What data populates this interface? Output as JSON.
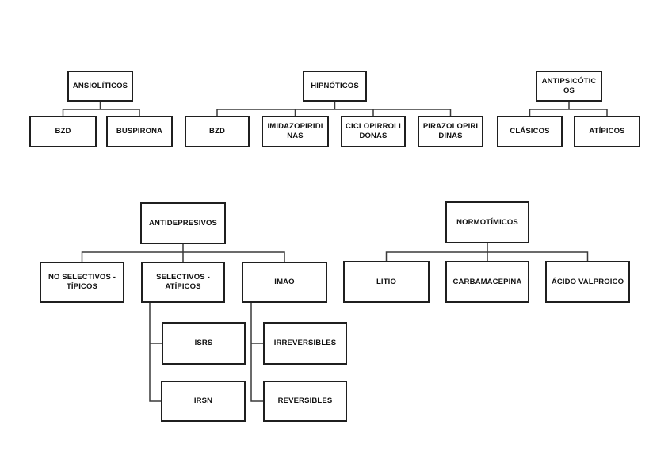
{
  "colors": {
    "background": "#ffffff",
    "box_border": "#1f1f1f",
    "connector": "#3a3a3a",
    "text": "#111111"
  },
  "trees": {
    "ansioliticos": {
      "root": "ANSIOLÍTICOS",
      "children": [
        "BZD",
        "BUSPIRONA"
      ]
    },
    "hipnoticos": {
      "root": "HIPNÓTICOS",
      "children": [
        "BZD",
        "IMIDAZOPIRIDI\nNAS",
        "CICLOPIRROLI\nDONAS",
        "PIRAZOLOPIRI\nDINAS"
      ]
    },
    "antipsicoticos": {
      "root": "ANTIPSICÓTIC\nOS",
      "children": [
        "CLÁSICOS",
        "ATÍPICOS"
      ]
    },
    "antidepresivos": {
      "root": "ANTIDEPRESIVOS",
      "children": [
        "NO SELECTIVOS -\nTÍPICOS",
        "SELECTIVOS -\nATÍPICOS",
        "IMAO"
      ],
      "selectivos_children": [
        "ISRS",
        "IRSN"
      ],
      "imao_children": [
        "IRREVERSIBLES",
        "REVERSIBLES"
      ]
    },
    "normotimicos": {
      "root": "NORMOTÍMICOS",
      "children": [
        "LITIO",
        "CARBAMACEPINA",
        "ÁCIDO VALPROICO"
      ]
    }
  }
}
